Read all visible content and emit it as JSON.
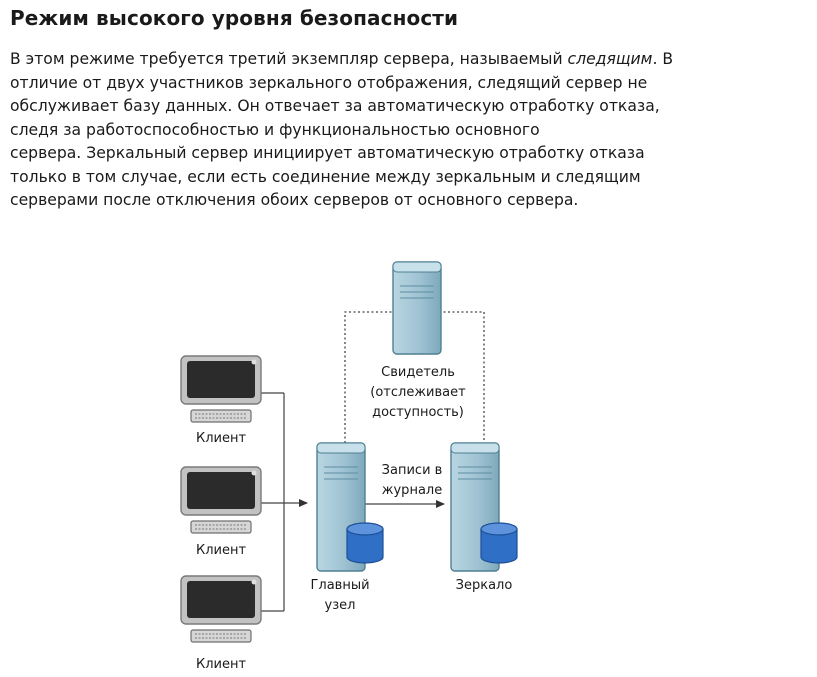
{
  "heading": "Режим высокого уровня безопасности",
  "paragraph": {
    "line1_a": "В этом режиме требуется третий экземпляр сервера, называемый ",
    "line1_em": "следящим",
    "line1_b": ". В",
    "line2": "отличие от двух участников зеркального отображения, следящий сервер не",
    "line3": "обслуживает базу данных. Он отвечает за автоматическую отработку отказа,",
    "line4": "следя за работоспособностью и функциональностью основного",
    "line5": "сервера. Зеркальный сервер инициирует автоматическую отработку отказа",
    "line6": "только в том случае, если есть соединение между зеркальным и следящим",
    "line7": "серверами после отключения обоих серверов от основного сервера."
  },
  "diagram": {
    "witness": {
      "line1": "Свидетель",
      "line2": "(отслеживает",
      "line3": "доступность)"
    },
    "clients": [
      {
        "label": "Клиент"
      },
      {
        "label": "Клиент"
      },
      {
        "label": "Клиент"
      }
    ],
    "principal": {
      "line1": "Главный",
      "line2": "узел"
    },
    "mirror": {
      "label": "Зеркало"
    },
    "log_link": {
      "line1": "Записи в",
      "line2": "журнале"
    },
    "colors": {
      "server_fill": "#9fc3d3",
      "server_stroke": "#4f7f93",
      "database_fill": "#2f6fc6",
      "monitor_frame": "#bdbdbd",
      "monitor_screen": "#2b2b2b",
      "connector": "#333333"
    }
  }
}
